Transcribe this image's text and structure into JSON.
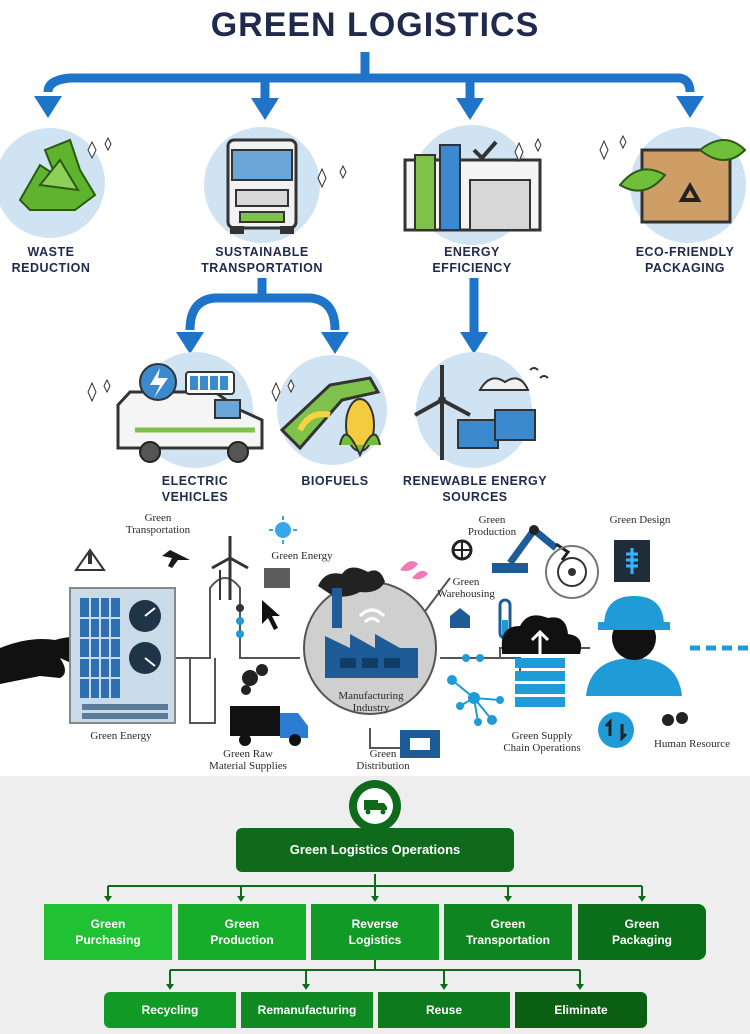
{
  "top": {
    "title": "GREEN LOGISTICS",
    "items": [
      {
        "label": "WASTE\nREDUCTION"
      },
      {
        "label": "SUSTAINABLE\nTRANSPORTATION"
      },
      {
        "label": "ENERGY\nEFFICIENCY"
      },
      {
        "label": "ECO-FRIENDLY\nPACKAGING"
      }
    ],
    "sub_items": [
      {
        "label": "ELECTRIC\nVEHICLES"
      },
      {
        "label": "BIOFUELS"
      },
      {
        "label": "RENEWABLE ENERGY\nSOURCES"
      }
    ]
  },
  "middle": {
    "labels": {
      "green_transportation": "Green\nTransportation",
      "green_energy_top": "Green Energy",
      "green_energy_left": "Green Energy",
      "green_production": "Green\nProduction",
      "green_design": "Green Design",
      "green_warehousing": "Green\nWarehousing",
      "manufacturing_industry": "Manufacturing\nIndustry",
      "green_raw_material": "Green Raw\nMaterial Supplies",
      "green_distribution": "Green\nDistribution",
      "green_supply_chain": "Green Supply\nChain Operations",
      "human_resource": "Human Resource"
    }
  },
  "bottom": {
    "root": "Green Logistics Operations",
    "level1": [
      "Green\nPurchasing",
      "Green\nProduction",
      "Reverse\nLogistics",
      "Green\nTransportation",
      "Green\nPackaging"
    ],
    "level2": [
      "Recycling",
      "Remanufacturing",
      "Reuse",
      "Eliminate"
    ],
    "colors": {
      "dark_green": "#0f6b1b",
      "mid_green": "#129a26",
      "bright_green": "#20c133",
      "deep_green": "#0b5f12"
    }
  }
}
